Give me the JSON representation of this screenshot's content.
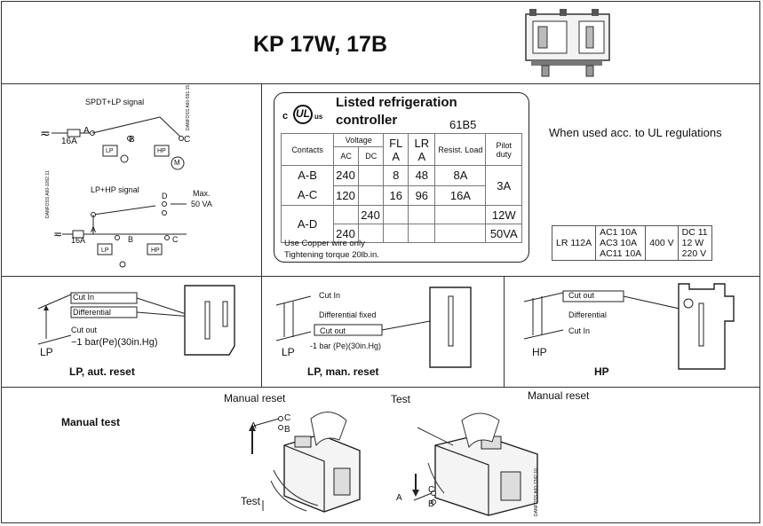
{
  "title": "KP 17W, 17B",
  "wiring": {
    "diagram1_label": "SPDT+LP signal",
    "diagram1_code": "DANFOSS A60-591.15",
    "diagram1_fuse": "16A",
    "diagram1_terminals": [
      "A",
      "B",
      "C"
    ],
    "diagram1_lp": "LP",
    "diagram1_hp": "HP",
    "diagram1_motor": "M",
    "diagram2_label": "LP+HP signal",
    "diagram2_code": "DANFOSS A60-1092.11",
    "diagram2_fuse": "16A",
    "diagram2_terminals": [
      "A",
      "B",
      "C",
      "D"
    ],
    "diagram2_max": "Max.",
    "diagram2_max_va": "50 VA",
    "diagram2_lp": "LP",
    "diagram2_hp": "HP"
  },
  "ul": {
    "heading_line1": "Listed refrigeration",
    "heading_line2": "controller",
    "file_no": "61B5",
    "ul_mark": "UL",
    "ul_c": "c",
    "ul_us": "us",
    "col_contacts": "Contacts",
    "col_voltage": "Voltage",
    "col_ac": "AC",
    "col_dc": "DC",
    "col_fla": "FL A",
    "col_lra": "LR A",
    "col_resist": "Resist. Load",
    "col_pilot": "Pilot duty",
    "row_ab": "A-B",
    "row_ac": "A-C",
    "row_ad": "A-D",
    "v240": "240",
    "v120": "120",
    "dc240": "240",
    "fla1": "8",
    "fla2": "16",
    "lra1": "48",
    "lra2": "96",
    "res1": "8A",
    "res2": "16A",
    "pilot1": "3A",
    "pilot2": "12W",
    "pilot3": "50VA",
    "note1": "Use Copper wire only",
    "note2": "Tightening torque 20lb.in."
  },
  "ul_note": "When used acc. to UL regulations",
  "lr_table": {
    "lr": "LR 112A",
    "ac1": "AC1  10A",
    "ac3": "AC3  10A",
    "ac11": "AC11 10A",
    "volt": "400 V",
    "dc11": "DC 11",
    "w12": "12 W",
    "v220": "220 V"
  },
  "settings": {
    "lp_auto": {
      "cut_in": "Cut In",
      "differential": "Differential",
      "cut_out": "Cut out",
      "range": "−1 bar(Pe)(30in.Hg)",
      "lp": "LP",
      "caption": "LP, aut. reset"
    },
    "lp_manual": {
      "cut_in": "Cut In",
      "differential": "Differential fixed",
      "cut_out": "Cut out",
      "range": "-1 bar (Pe)(30in.Hg)",
      "lp": "LP",
      "caption": "LP, man. reset"
    },
    "hp": {
      "cut_out": "Cut out",
      "differential": "Differential",
      "cut_in": "Cut In",
      "hp": "HP",
      "caption": "HP"
    }
  },
  "manual": {
    "label": "Manual test",
    "reset1": "Manual reset",
    "test1": "Test",
    "reset2": "Manual reset",
    "test2": "Test",
    "terminals": [
      "A",
      "B",
      "C"
    ],
    "code": "DANFOSS A60-1242.10"
  }
}
